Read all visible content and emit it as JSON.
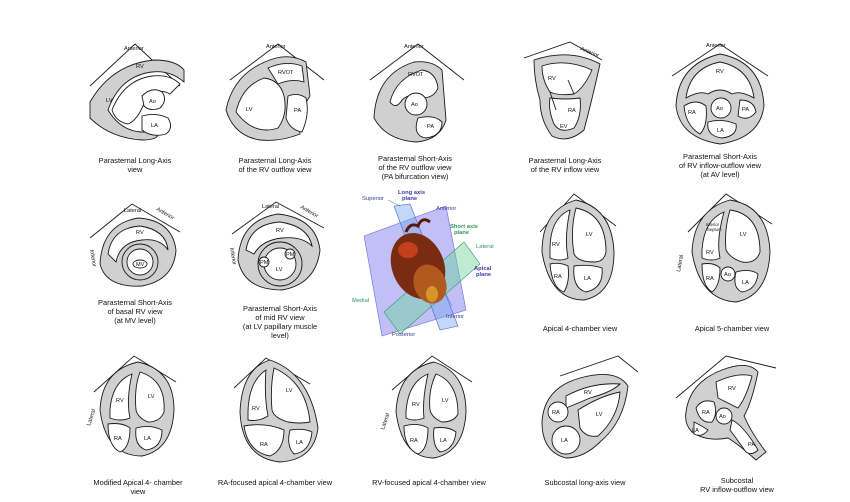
{
  "views": [
    {
      "caption": [
        "Parasternal Long-Axis",
        "view"
      ],
      "labels": {
        "anterior": "Anterior",
        "rv": "RV",
        "lv": "LV",
        "ao": "Ao",
        "la": "LA"
      }
    },
    {
      "caption": [
        "Parasternal Long-Axis",
        "of the RV outflow view"
      ],
      "labels": {
        "anterior": "Anterior",
        "rvot": "RVOT",
        "lv": "LV",
        "pa": "PA"
      }
    },
    {
      "caption": [
        "Parasternal Short-Axis",
        "of the RV outflow view",
        "(PA bifurcation view)"
      ],
      "labels": {
        "anterior": "Anterior",
        "rvot": "RVOT",
        "ao": "Ao",
        "pa": "PA"
      }
    },
    {
      "caption": [
        "Parasternal Long-Axis",
        "of the RV inflow view"
      ],
      "labels": {
        "anterior": "Anterior",
        "rv": "RV",
        "ra": "RA",
        "ev": "EV"
      }
    },
    {
      "caption": [
        "Parasternal Short-Axis",
        "of RV inflow-outflow view",
        "(at AV level)"
      ],
      "labels": {
        "anterior": "Anterior",
        "rv": "RV",
        "ra": "RA",
        "ao": "Ao",
        "pa": "PA",
        "la": "LA"
      }
    },
    {
      "caption": [
        "Parasternal Short-Axis",
        "of basal RV view",
        "(at MV level)"
      ],
      "labels": {
        "lateral": "Lateral",
        "anterior": "Anterior",
        "inferior": "Inferior",
        "rv": "RV",
        "mv": "MV"
      }
    },
    {
      "caption": [
        "Parasternal Short-Axis",
        "of mid RV view",
        "(at LV papillary muscle",
        "level)"
      ],
      "labels": {
        "lateral": "Lateral",
        "anterior": "Anterior",
        "inferior": "Inferior",
        "rv": "RV",
        "lv": "LV",
        "pm1": "PM",
        "pm2": "PM"
      }
    },
    {
      "caption": [],
      "labels": {
        "superior": "Superior",
        "long_axis": "Long axis\nplane",
        "anterior": "Anterior",
        "short_axis": "Short axis\nplane",
        "lateral": "Lateral",
        "apical": "Apical\nplane",
        "medial": "Medial",
        "inferior": "Inferior",
        "posterior": "Posterior"
      }
    },
    {
      "caption": [
        "Apical 4-chamber view"
      ],
      "labels": {
        "rv": "RV",
        "lv": "LV",
        "ra": "RA",
        "la": "LA"
      }
    },
    {
      "caption": [
        "Apical 5-chamber view"
      ],
      "labels": {
        "lateral": "Lateral",
        "inferior_septum": "Inferior\nSeptum",
        "lv": "LV",
        "rv": "RV",
        "ra": "RA",
        "ao": "Ao",
        "la": "LA"
      }
    },
    {
      "caption": [
        "Modified Apical 4- chamber",
        "view"
      ],
      "labels": {
        "lateral": "Lateral",
        "rv": "RV",
        "lv": "LV",
        "ra": "RA",
        "la": "LA"
      }
    },
    {
      "caption": [
        "RA-focused apical 4-chamber view"
      ],
      "labels": {
        "lv": "LV",
        "rv": "RV",
        "ra": "RA",
        "la": "LA"
      }
    },
    {
      "caption": [
        "RV-focused apical 4-chamber view"
      ],
      "labels": {
        "lateral": "Lateral",
        "rv": "RV",
        "lv": "LV",
        "ra": "RA",
        "la": "LA"
      }
    },
    {
      "caption": [
        "Subcostal long-axis view"
      ],
      "labels": {
        "rv": "RV",
        "ra": "RA",
        "lv": "LV",
        "la": "LA"
      }
    },
    {
      "caption": [
        "Subcostal",
        "RV inflow-outflow view"
      ],
      "labels": {
        "rv": "RV",
        "ra": "RA",
        "la": "LA",
        "ao": "Ao",
        "pa": "PA"
      }
    }
  ],
  "colors": {
    "wall": "#d0d0d0",
    "outline": "#1a1a1a",
    "long_axis": "#5a5ad6",
    "short_axis": "#2f9a5a",
    "apical": "#3a3ab0",
    "heart": "#8a3a1a"
  }
}
